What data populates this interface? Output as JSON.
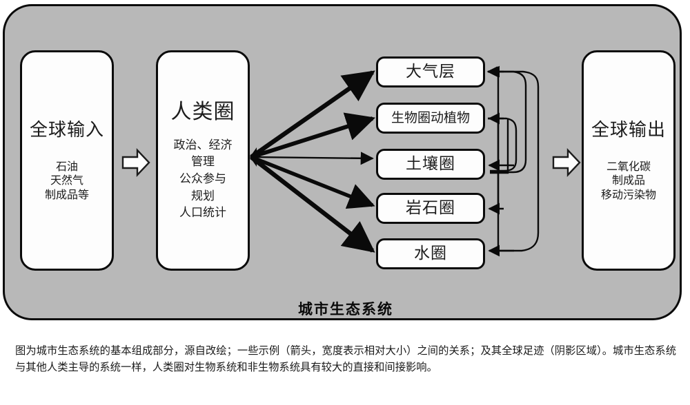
{
  "panel": {
    "title": "城市生态系统",
    "background_color": "#b8b8b8",
    "border_color": "#0a0a0a"
  },
  "input_box": {
    "title": "全球输入",
    "items": "石油\n天然气\n制成品等"
  },
  "anthroposphere_box": {
    "title": "人类圈",
    "items": "政治、经济\n管理\n公众参与\n规划\n人口统计"
  },
  "output_box": {
    "title": "全球输出",
    "items": "二氧化碳\n制成品\n移动污染物"
  },
  "spheres": [
    {
      "label": "大气层",
      "size": "big"
    },
    {
      "label": "生物圈动植物",
      "size": "small"
    },
    {
      "label": "土壤圈",
      "size": "big"
    },
    {
      "label": "岩石圈",
      "size": "big"
    },
    {
      "label": "水圈",
      "size": "big"
    }
  ],
  "flow_arrows": {
    "input_to_anthroposphere": "hollow-arrow-right",
    "anthroposphere_to_output": "hollow-arrow-right"
  },
  "caption": "图为城市生态系统的基本组成部分，源自改绘；一些示例（箭头，宽度表示相对大小）之间的关系；及其全球足迹（阴影区域）。城市生态系统与其他人类主导的系统一样，人类圈对生物系统和非生物系统具有较大的直接和间接影响。"
}
